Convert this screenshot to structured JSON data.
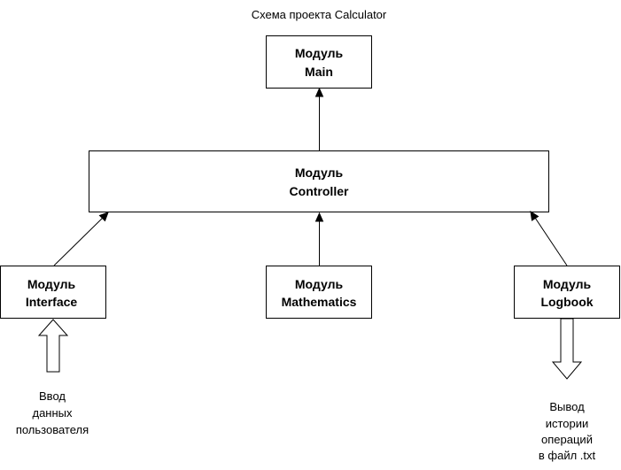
{
  "title": "Схема проекта Calculator",
  "modules": {
    "main": {
      "line1": "Модуль",
      "line2": "Main"
    },
    "controller": {
      "line1": "Модуль",
      "line2": "Controller"
    },
    "interface": {
      "line1": "Модуль",
      "line2": "Interface"
    },
    "mathematics": {
      "line1": "Модуль",
      "line2": "Mathematics"
    },
    "logbook": {
      "line1": "Модуль",
      "line2": "Logbook"
    }
  },
  "input_note": {
    "line1": "Ввод",
    "line2": "данных",
    "line3": "пользователя"
  },
  "output_note": {
    "line1": "Вывод",
    "line2": "истории",
    "line3": "операций",
    "line4": "в файл .txt"
  }
}
